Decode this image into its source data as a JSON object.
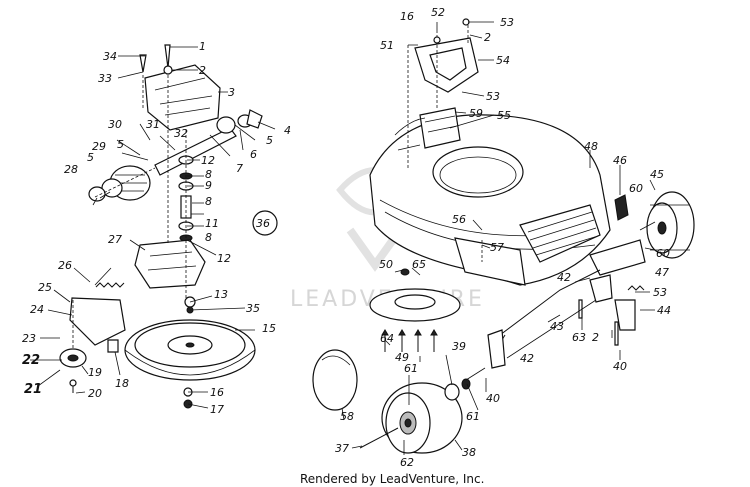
{
  "diagram_number": "36",
  "watermark": "LEADVENTURE",
  "credit": "Rendered by LeadVenture, Inc.",
  "callouts": {
    "p1": "1",
    "p2a": "2",
    "p3": "3",
    "p4": "4",
    "p5a": "5",
    "p5b": "5",
    "p5c": "5",
    "p6": "6",
    "p7": "7",
    "p8a": "8",
    "p8b": "8",
    "p8c": "8",
    "p9": "9",
    "p11": "11",
    "p12a": "12",
    "p12b": "12",
    "p13": "13",
    "p15": "15",
    "p16a": "16",
    "p17": "17",
    "p18": "18",
    "p19": "19",
    "p20": "20",
    "p21": "21",
    "p22": "22",
    "p23": "23",
    "p24": "24",
    "p25": "25",
    "p26": "26",
    "p27": "27",
    "p28": "28",
    "p29": "29",
    "p30": "30",
    "p31": "31",
    "p32": "32",
    "p33": "33",
    "p34": "34",
    "p35": "35",
    "r16": "16",
    "r52": "52",
    "r53a": "53",
    "r2a": "2",
    "r51": "51",
    "r54": "54",
    "r53b": "53",
    "r59": "59",
    "r55": "55",
    "r48": "48",
    "r46": "46",
    "r45": "45",
    "r60a": "60",
    "r60b": "60",
    "r56": "56",
    "r57": "57",
    "r50": "50",
    "r65": "65",
    "r42a": "42",
    "r42b": "42",
    "r47": "47",
    "r53c": "53",
    "r44": "44",
    "r43": "43",
    "r63": "63",
    "r2b": "2",
    "r40a": "40",
    "r40b": "40",
    "r64": "64",
    "r49": "49",
    "r39": "39",
    "r61a": "61",
    "r61b": "61",
    "r58": "58",
    "r37": "37",
    "r62": "62",
    "r38": "38"
  }
}
